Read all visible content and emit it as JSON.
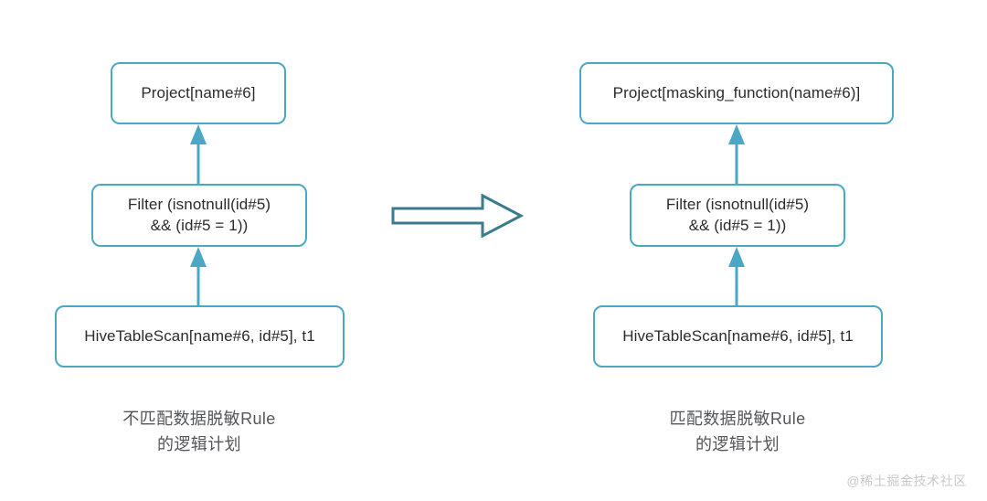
{
  "diagram": {
    "background_color": "#ffffff",
    "node_border_color": "#4ba8c4",
    "connector_color": "#4ba8c4",
    "transition_arrow_color": "#3a7c8c",
    "caption_color": "#55565a",
    "watermark_color": "#c9c9cb",
    "left_plan": {
      "name": "unmatched-logical-plan",
      "nodes": [
        {
          "id": "project",
          "label": "Project[name#6]"
        },
        {
          "id": "filter",
          "label": "Filter (isnotnull(id#5)\n&& (id#5 = 1))"
        },
        {
          "id": "scan",
          "label": "HiveTableScan[name#6, id#5], t1"
        }
      ],
      "edges": [
        {
          "from": "scan",
          "to": "filter",
          "direction": "up"
        },
        {
          "from": "filter",
          "to": "project",
          "direction": "up"
        }
      ],
      "caption": "不匹配数据脱敏Rule\n的逻辑计划"
    },
    "right_plan": {
      "name": "matched-logical-plan",
      "nodes": [
        {
          "id": "project",
          "label": "Project[masking_function(name#6)]"
        },
        {
          "id": "filter",
          "label": "Filter (isnotnull(id#5)\n&& (id#5 = 1))"
        },
        {
          "id": "scan",
          "label": "HiveTableScan[name#6, id#5], t1"
        }
      ],
      "edges": [
        {
          "from": "scan",
          "to": "filter",
          "direction": "up"
        },
        {
          "from": "filter",
          "to": "project",
          "direction": "up"
        }
      ],
      "caption": "匹配数据脱敏Rule\n的逻辑计划"
    },
    "transition": {
      "icon": "right-block-arrow-icon",
      "label": ""
    },
    "watermark": "@稀土掘金技术社区"
  }
}
